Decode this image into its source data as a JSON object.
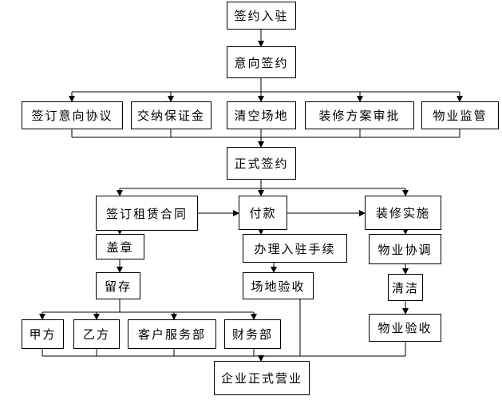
{
  "nodes": {
    "sign_in": "签约入驻",
    "intent_sign": "意向签约",
    "sign_intent_agreement": "签订意向协议",
    "pay_deposit": "交纳保证金",
    "clear_site": "清空场地",
    "decoration_plan_review": "装修方案审批",
    "property_supervision": "物业监管",
    "formal_sign": "正式签约",
    "sign_lease_contract": "签订租赁合同",
    "payment": "付款",
    "decoration_implement": "装修实施",
    "stamp": "盖章",
    "checkin_procedures": "办理入驻手续",
    "property_coordination": "物业协调",
    "archive": "留存",
    "site_acceptance": "场地验收",
    "cleaning": "清洁",
    "party_a": "甲方",
    "party_b": "乙方",
    "customer_service_dept": "客户服务部",
    "finance_dept": "财务部",
    "property_acceptance": "物业验收",
    "enterprise_formal_operation": "企业正式营业"
  }
}
